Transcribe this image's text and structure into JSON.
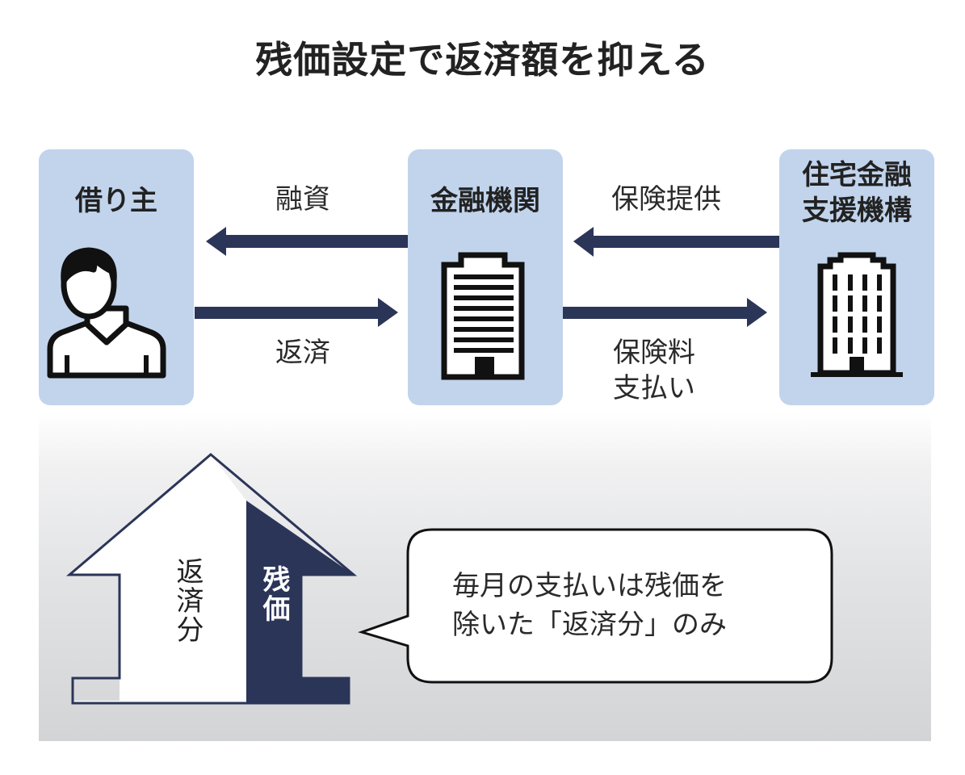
{
  "title": "残価設定で返済額を抑える",
  "colors": {
    "box_fill": "#c1d4ec",
    "arrow_navy": "#2b3558",
    "text_dark": "#222222"
  },
  "entities": [
    {
      "id": "borrower",
      "label": "借り主",
      "icon": "person-icon"
    },
    {
      "id": "bank",
      "label": "金融機関",
      "icon": "bank-building-icon"
    },
    {
      "id": "jhf",
      "label_line1": "住宅金融",
      "label_line2": "支援機構",
      "icon": "office-building-icon"
    }
  ],
  "flows": [
    {
      "id": "loan",
      "label": "融資",
      "from": "金融機関",
      "to": "借り主"
    },
    {
      "id": "repay",
      "label": "返済",
      "from": "借り主",
      "to": "金融機関"
    },
    {
      "id": "insurance",
      "label": "保険提供",
      "from": "住宅金融支援機構",
      "to": "金融機関"
    },
    {
      "id": "premium",
      "label_line1": "保険料",
      "label_line2": "支払い",
      "from": "金融機関",
      "to": "住宅金融支援機構"
    }
  ],
  "house_arrow": {
    "repayment_part": "返済分",
    "residual_part": "残価"
  },
  "callout": {
    "line1": "毎月の支払いは残価を",
    "line2": "除いた「返済分」のみ"
  }
}
